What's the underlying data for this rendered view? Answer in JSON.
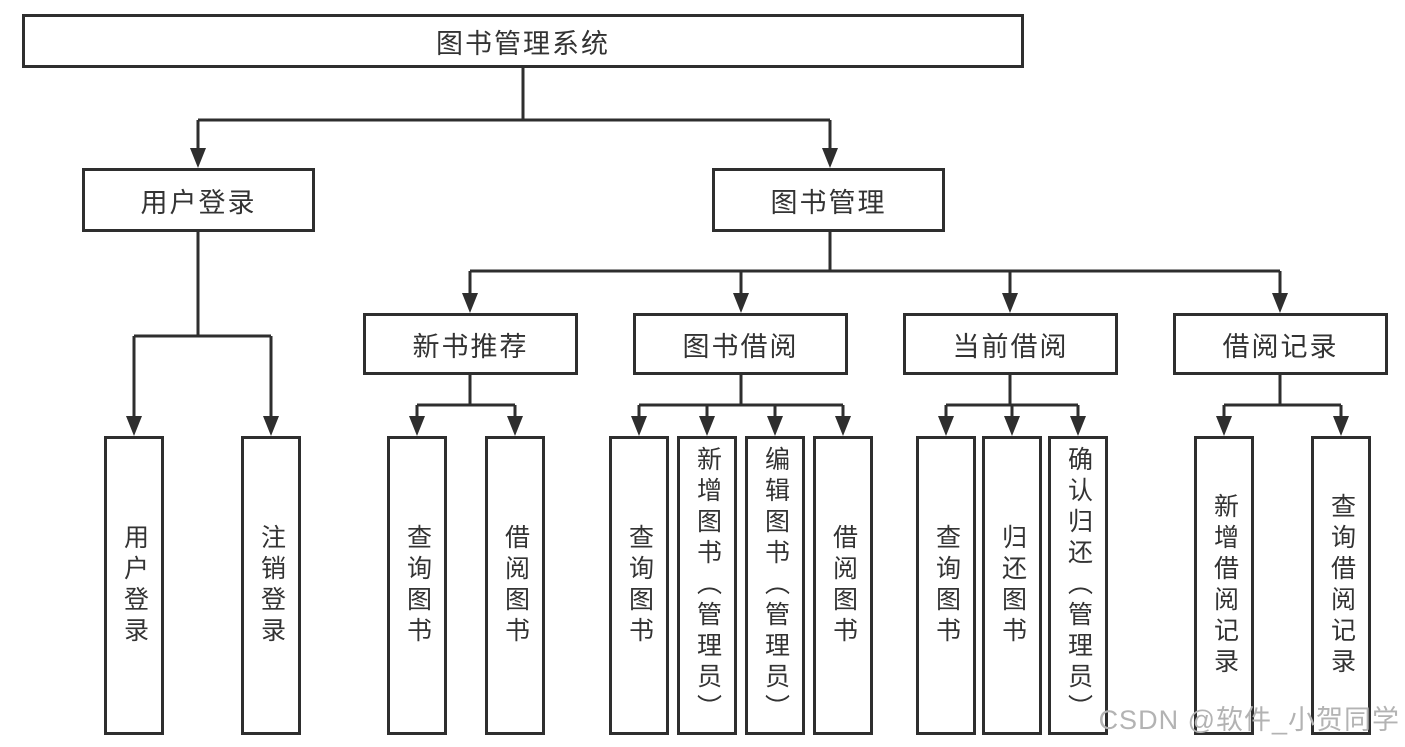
{
  "diagram": {
    "root": "图书管理系统",
    "branches": [
      {
        "label": "用户登录",
        "children": [
          "用户登录",
          "注销登录"
        ]
      },
      {
        "label": "图书管理",
        "children": [
          {
            "label": "新书推荐",
            "children": [
              "查询图书",
              "借阅图书"
            ]
          },
          {
            "label": "图书借阅",
            "children": [
              "查询图书",
              "新增图书（管理员）",
              "编辑图书（管理员）",
              "借阅图书"
            ]
          },
          {
            "label": "当前借阅",
            "children": [
              "查询图书",
              "归还图书",
              "确认归还（管理员）"
            ]
          },
          {
            "label": "借阅记录",
            "children": [
              "新增借阅记录",
              "查询借阅记录"
            ]
          }
        ]
      }
    ],
    "watermark": "CSDN @软件_小贺同学",
    "colors": {
      "line": "#2e2e2e",
      "text": "#333333",
      "watermark": "#b3b3b3",
      "background": "#ffffff"
    }
  }
}
